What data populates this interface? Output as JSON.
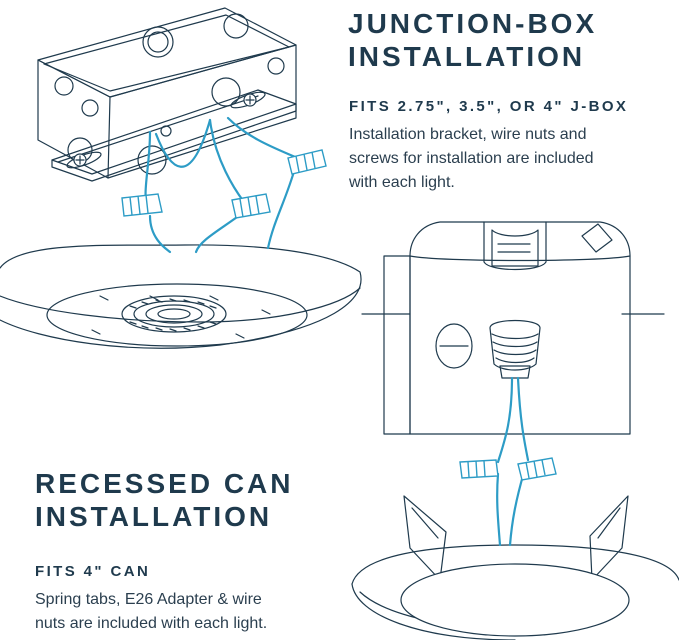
{
  "junction": {
    "title_line1": "JUNCTION-BOX",
    "title_line2": "INSTALLATION",
    "fits": "FITS 2.75\", 3.5\", OR 4\" J-BOX",
    "body_line1": "Installation bracket, wire nuts and",
    "body_line2": "screws for installation are included",
    "body_line3": "with each light."
  },
  "recessed": {
    "title_line1": "RECESSED CAN",
    "title_line2": "INSTALLATION",
    "fits": "FITS 4\" CAN",
    "body_line1": "Spring tabs, E26 Adapter & wire",
    "body_line2": "nuts are included with each light."
  },
  "colors": {
    "outline": "#1f3a4d",
    "wire": "#2d9cc6",
    "text": "#1f3a4d"
  }
}
